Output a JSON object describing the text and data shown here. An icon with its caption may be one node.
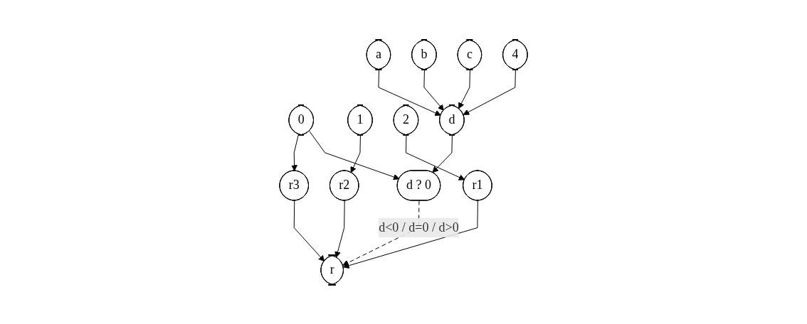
{
  "diagram": {
    "nodes": [
      {
        "text": [
          "a"
        ]
      },
      {
        "text": [
          "b"
        ]
      },
      {
        "text": [
          "c"
        ]
      },
      {
        "text": [
          "4"
        ]
      },
      {
        "text": [
          "0"
        ]
      },
      {
        "text": [
          "1"
        ]
      },
      {
        "text": [
          "2"
        ]
      },
      {
        "text": [
          "d"
        ]
      },
      {
        "text": [
          "r3"
        ]
      },
      {
        "text": [
          "r2"
        ]
      },
      {
        "text": [
          "r1"
        ]
      },
      {
        "text": [
          "d ? 0"
        ]
      },
      {
        "text": [
          "r"
        ]
      }
    ],
    "edges": [
      {
        "from": 0,
        "to": 7,
        "arrow": "to"
      },
      {
        "from": 1,
        "to": 7,
        "arrow": "to"
      },
      {
        "from": 2,
        "to": 7,
        "arrow": "to"
      },
      {
        "from": 3,
        "to": 7,
        "arrow": "to"
      },
      {
        "from": 4,
        "to": 8,
        "arrow": "to"
      },
      {
        "from": 5,
        "to": 9,
        "arrow": "to"
      },
      {
        "from": 6,
        "to": 10,
        "arrow": "to"
      },
      {
        "from": 7,
        "to": 11,
        "arrow": "to"
      },
      {
        "from": 4,
        "to": 11,
        "arrow": "to"
      },
      {
        "from": 8,
        "to": 12,
        "arrow": "to"
      },
      {
        "from": 9,
        "to": 12,
        "arrow": "to"
      },
      {
        "from": 10,
        "to": 12,
        "arrow": "to"
      },
      {
        "from": 11,
        "to": 12,
        "arrow": "to",
        "label": "d<0 / d=0 / d>0",
        "style": "dashed"
      }
    ]
  }
}
